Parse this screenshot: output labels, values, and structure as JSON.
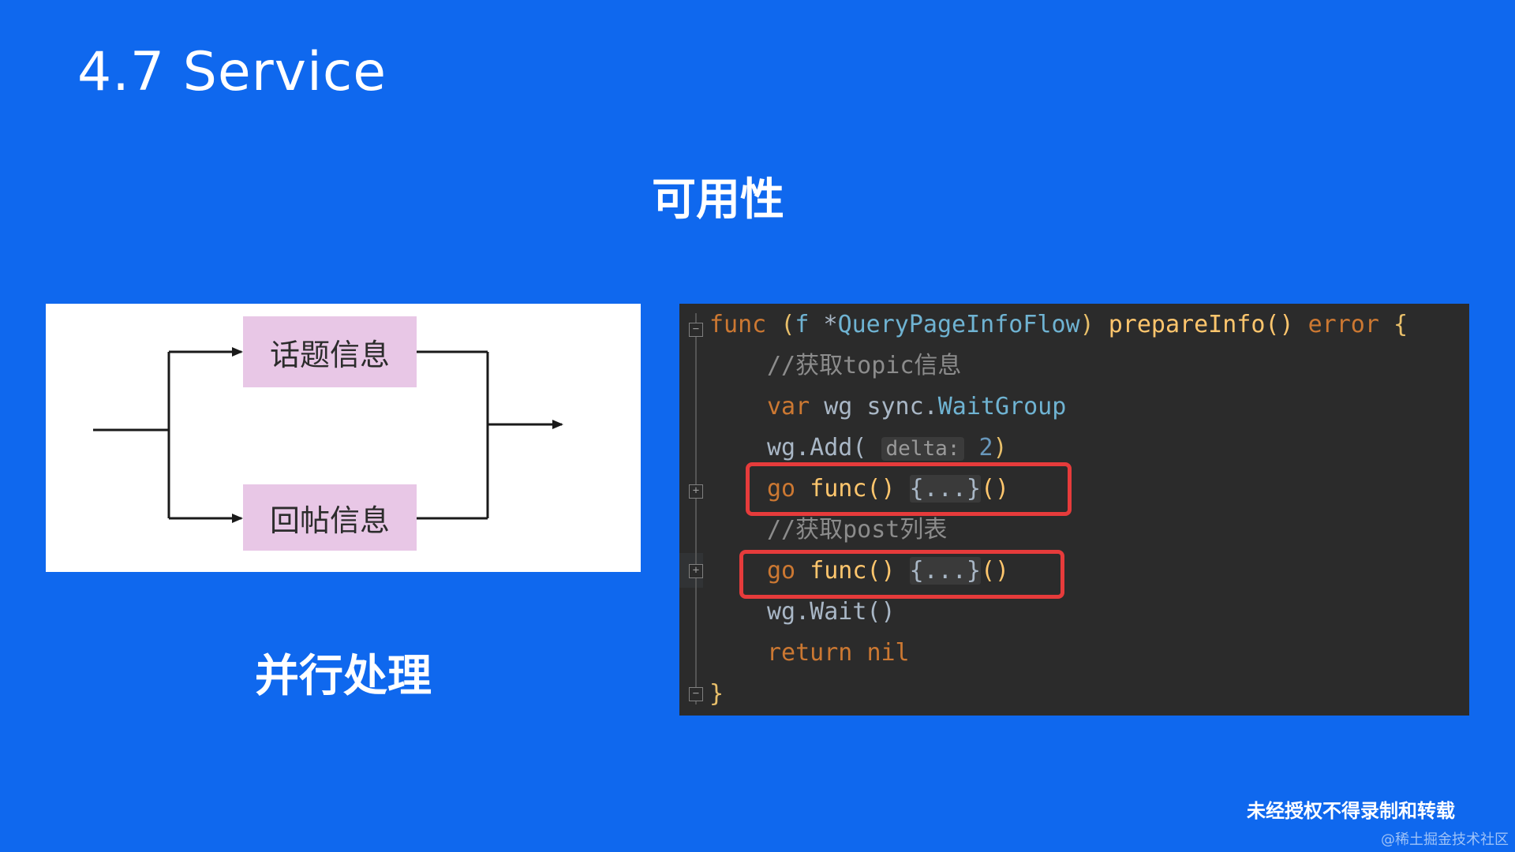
{
  "slide": {
    "title": "4.7 Service",
    "heading": "可用性",
    "caption": "并行处理"
  },
  "diagram": {
    "boxes": [
      "话题信息",
      "回帖信息"
    ]
  },
  "code": {
    "line1": {
      "kw_func": "func",
      "paren_open": "(",
      "receiver": "f",
      "star": "*",
      "type": "QueryPageInfoFlow",
      "paren_close": ")",
      "name": "prepareInfo()",
      "ret": "error",
      "brace": "{"
    },
    "line2": {
      "comment": "//获取topic信息"
    },
    "line3": {
      "kw": "var",
      "ident": "wg",
      "pkg": "sync.",
      "type": "WaitGroup"
    },
    "line4": {
      "call": "wg.Add(",
      "hint": "delta:",
      "num": "2",
      "close": ")"
    },
    "line5": {
      "kw": "go",
      "fn": "func()",
      "fold": "{...}",
      "call": "()"
    },
    "line6": {
      "comment": "//获取post列表"
    },
    "line7": {
      "kw": "go",
      "fn": "func()",
      "fold": "{...}",
      "call": "()"
    },
    "line8": {
      "call": "wg.Wait()"
    },
    "line9": {
      "kw": "return",
      "val": "nil"
    },
    "line10": {
      "brace": "}"
    }
  },
  "footer": {
    "notice": "未经授权不得录制和转载",
    "credit": "@稀土掘金技术社区"
  },
  "colors": {
    "background": "#0f68ee",
    "code_background": "#2b2b2b",
    "highlight": "#e63b3b",
    "box_fill": "#e8c7e6"
  },
  "icons": [
    "fold-collapse-icon",
    "fold-expand-icon",
    "arrow-icon"
  ]
}
